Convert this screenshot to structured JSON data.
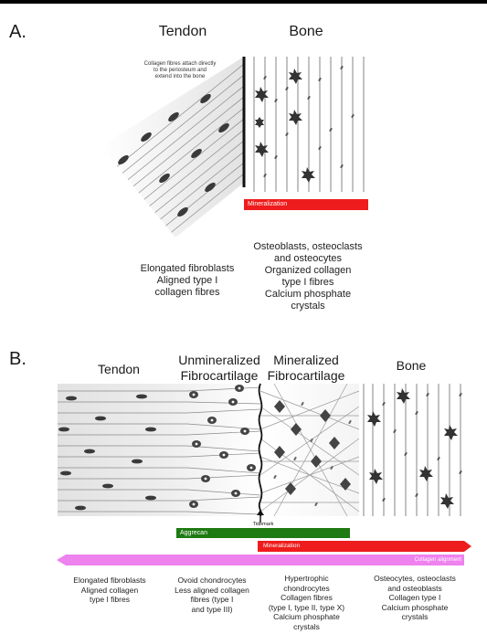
{
  "panel_a": {
    "label": "A.",
    "tendon_title": "Tendon",
    "bone_title": "Bone",
    "attach_note": [
      "Collagen fibres attach directly",
      "to the periosteum and",
      "extend into the bone"
    ],
    "mineralization_label": "Mineralization",
    "tendon_desc": [
      "Elongated fibroblasts",
      "Aligned type I",
      "collagen fibres"
    ],
    "bone_desc": [
      "Osteoblasts, osteoclasts",
      "and osteocytes",
      "Organized collagen",
      "type I fibres",
      "Calcium phosphate",
      "crystals"
    ]
  },
  "panel_b": {
    "label": "B.",
    "tendon_title": "Tendon",
    "unmin_title": [
      "Unmineralized",
      "Fibrocartilage"
    ],
    "min_title": [
      "Mineralized",
      "Fibrocartilage"
    ],
    "bone_title": "Bone",
    "tidemark_label": "Tidemark",
    "aggrecan_label": "Aggrecan",
    "mineralization_label": "Mineralization",
    "collagen_label": "Collagen alignment",
    "desc_tendon": [
      "Elongated fibroblasts",
      "Aligned collagen",
      "type I fibres"
    ],
    "desc_unmin": [
      "Ovoid chondrocytes",
      "Less aligned collagen",
      "fibres (type I",
      "and type III)"
    ],
    "desc_min": [
      "Hypertrophic",
      "chondrocytes",
      "Collagen fibres",
      "(type I, type II, type X)",
      "Calcium phosphate",
      "crystals"
    ],
    "desc_bone": [
      "Osteocytes, osteoclasts",
      "and osteoblasts",
      "Collagen type I",
      "Calcium phosphate",
      "crystals"
    ]
  },
  "colors": {
    "mineralization": "#ee1c1c",
    "aggrecan": "#1e7a12",
    "collagen": "#ee82ee",
    "cell": "#3a3a3a",
    "fibre": "#7a7a7a"
  },
  "icons": [
    "fibroblast-icon",
    "osteocyte-icon",
    "chondrocyte-icon",
    "crystal-icon",
    "tidemark-arrow-icon"
  ]
}
